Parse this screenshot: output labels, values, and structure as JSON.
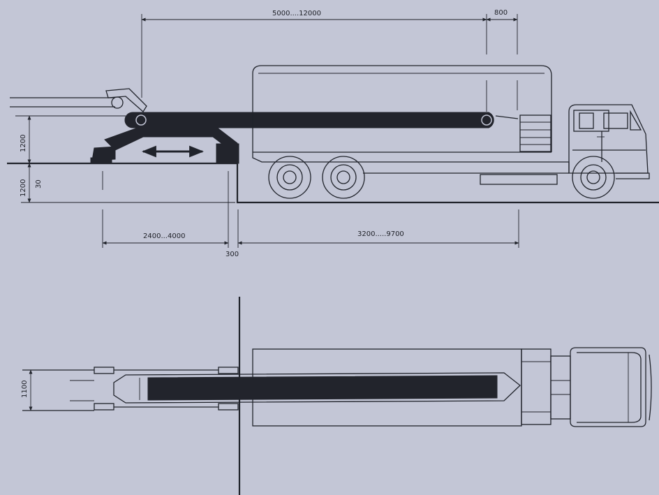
{
  "side_view": {
    "dimensions": {
      "belt_length": "5000....12000",
      "overhang": "800",
      "conveyor_height": "1200",
      "pit_depth": "1200",
      "pit_offset": "30",
      "base_length": "2400...4000",
      "gap": "300",
      "truck_offset": "3200.....9700"
    }
  },
  "top_view": {
    "dimensions": {
      "width": "1100"
    }
  },
  "colors": {
    "background": "#c3c6d6",
    "line": "#20232b",
    "belt": "#22242c"
  }
}
